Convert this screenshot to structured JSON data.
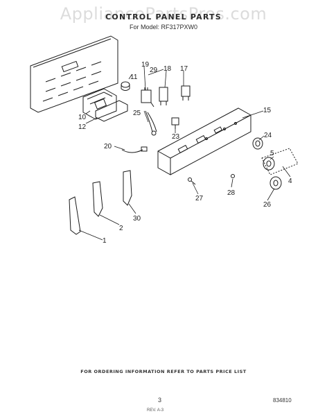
{
  "watermark": "AppliancePartsPros.com",
  "header": {
    "title": "CONTROL PANEL PARTS",
    "subtitle": "For Model: RF317PXW0"
  },
  "callouts": [
    "1",
    "2",
    "4",
    "5",
    "10",
    "11",
    "12",
    "15",
    "17",
    "18",
    "19",
    "20",
    "23",
    "24",
    "25",
    "26",
    "27",
    "28",
    "29",
    "30"
  ],
  "footer": {
    "ordering_note": "FOR ORDERING INFORMATION REFER TO PARTS PRICE LIST",
    "page_number": "3",
    "code": "834810",
    "pub": "REV. A-3"
  },
  "colors": {
    "ink": "#1a1a1a",
    "watermark": "#dcdcdc"
  }
}
